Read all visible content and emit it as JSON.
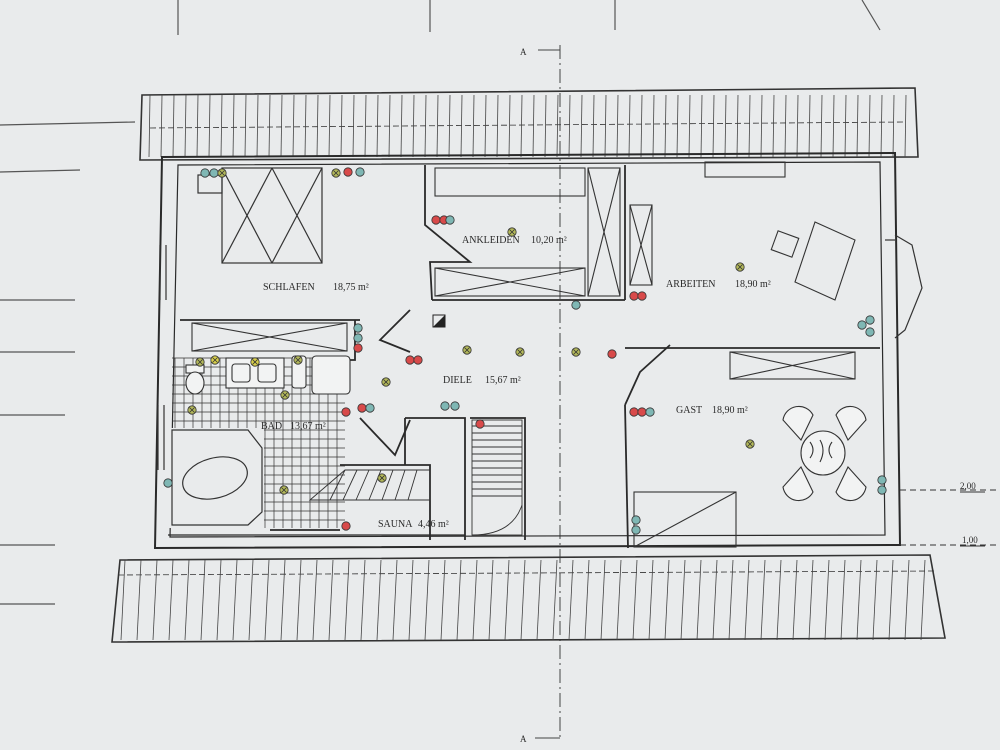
{
  "rooms": {
    "schlafen": {
      "name": "SCHLAFEN",
      "area": "18,75 m²"
    },
    "ankleiden": {
      "name": "ANKLEIDEN",
      "area": "10,20 m²"
    },
    "arbeiten": {
      "name": "ARBEITEN",
      "area": "18,90 m²"
    },
    "diele": {
      "name": "DIELE",
      "area": "15,67 m²"
    },
    "gast": {
      "name": "GAST",
      "area": "18,90 m²"
    },
    "bad": {
      "name": "BAD",
      "area": "13,67 m²"
    },
    "sauna": {
      "name": "SAUNA",
      "area": "4,46 m²"
    }
  },
  "dimensions": {
    "upper": "2,00",
    "lower": "1,00"
  },
  "section_marker": "A",
  "colors": {
    "paper": "#e9ebec",
    "ink": "#2a2a2a",
    "marker_red": "#d84a4a",
    "marker_yellow": "#d8cf4a",
    "marker_teal": "#7fb7b4",
    "marker_olive": "#b3b85a"
  }
}
